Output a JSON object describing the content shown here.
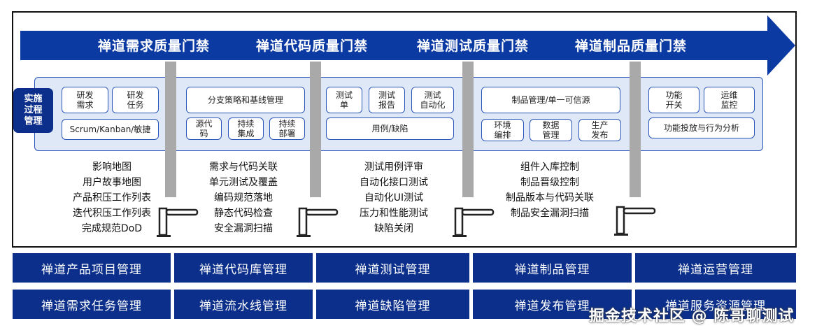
{
  "colors": {
    "primary": "#0b2f8a",
    "arrow": "#0c3aa3",
    "band": "#dfe8f6",
    "pillar": "#a9a9a9"
  },
  "gates": [
    {
      "title": "禅道需求质量门禁"
    },
    {
      "title": "禅道代码质量门禁"
    },
    {
      "title": "禅道测试质量门禁"
    },
    {
      "title": "禅道制品质量门禁"
    }
  ],
  "side_label": "实施\n过程\n管理",
  "boxes": {
    "req_dev": "研发\n需求",
    "dev_task": "研发\n任务",
    "scrum": "Scrum/Kanban/敏捷",
    "branch": "分支策略和基线管理",
    "source_code": "源代\n码",
    "ci": "持续\n集成",
    "cd": "持续\n部署",
    "test_sheet": "测试\n单",
    "test_report": "测试\n报告",
    "test_auto": "测试\n自动化",
    "case_bug": "用例/缺陷",
    "artifact": "制品管理/单一可信源",
    "env": "环境\n编排",
    "data": "数据\n管理",
    "release": "生产\n发布",
    "feature": "功能\n开关",
    "ops_monitor": "运维\n监控",
    "feature_analysis": "功能投放与行为分析"
  },
  "lists": [
    [
      "影响地图",
      "用户故事地图",
      "产品积压工作列表",
      "迭代积压工作列表",
      "完成规范DoD"
    ],
    [
      "需求与代码关联",
      "单元测试及覆盖",
      "编码规范落地",
      "静态代码检查",
      "安全漏洞扫描"
    ],
    [
      "测试用例评审",
      "自动化接口测试",
      "自动化UI测试",
      "压力和性能测试",
      "缺陷关闭"
    ],
    [
      "组件入库控制",
      "制品晋级控制",
      "制品版本与代码关联",
      "制品安全漏洞扫描"
    ]
  ],
  "modules": [
    [
      "禅道产品项目管理",
      "禅道代码库管理",
      "禅道测试管理",
      "禅道制品管理",
      "禅道运营管理"
    ],
    [
      "禅道需求任务管理",
      "禅道流水线管理",
      "禅道缺陷管理",
      "禅道发布管理",
      "禅道服务资源管理"
    ]
  ],
  "watermark": "掘金技术社区 @ 陈哥聊测试"
}
